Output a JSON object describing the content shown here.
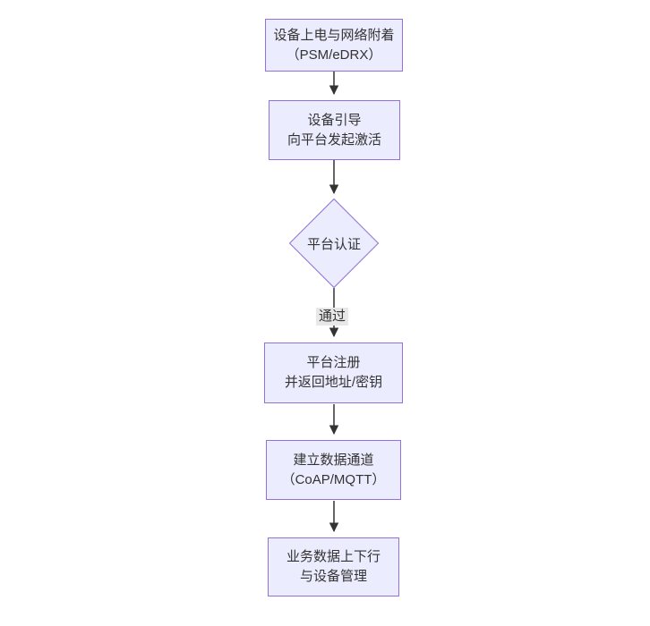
{
  "diagram": {
    "type": "flowchart",
    "direction": "top-down",
    "colors": {
      "node_fill": "#ECECFF",
      "node_border": "#9370DB",
      "node_text": "#333333",
      "edge_line": "#333333",
      "edge_label_bg": "#e8e8e8",
      "background": "#ffffff"
    },
    "nodes": [
      {
        "id": "power-attach",
        "shape": "rect",
        "lines": [
          "设备上电与网络附着",
          "（PSM/eDRX）"
        ]
      },
      {
        "id": "bootstrap",
        "shape": "rect",
        "lines": [
          "设备引导",
          "向平台发起激活"
        ]
      },
      {
        "id": "auth",
        "shape": "diamond",
        "lines": [
          "平台认证"
        ]
      },
      {
        "id": "register",
        "shape": "rect",
        "lines": [
          "平台注册",
          "并返回地址/密钥"
        ]
      },
      {
        "id": "channel",
        "shape": "rect",
        "lines": [
          "建立数据通道",
          "（CoAP/MQTT）"
        ]
      },
      {
        "id": "business",
        "shape": "rect",
        "lines": [
          "业务数据上下行",
          "与设备管理"
        ]
      }
    ],
    "edges": [
      {
        "from": "power-attach",
        "to": "bootstrap",
        "label": ""
      },
      {
        "from": "bootstrap",
        "to": "auth",
        "label": ""
      },
      {
        "from": "auth",
        "to": "register",
        "label": "通过"
      },
      {
        "from": "register",
        "to": "channel",
        "label": ""
      },
      {
        "from": "channel",
        "to": "business",
        "label": ""
      }
    ]
  }
}
